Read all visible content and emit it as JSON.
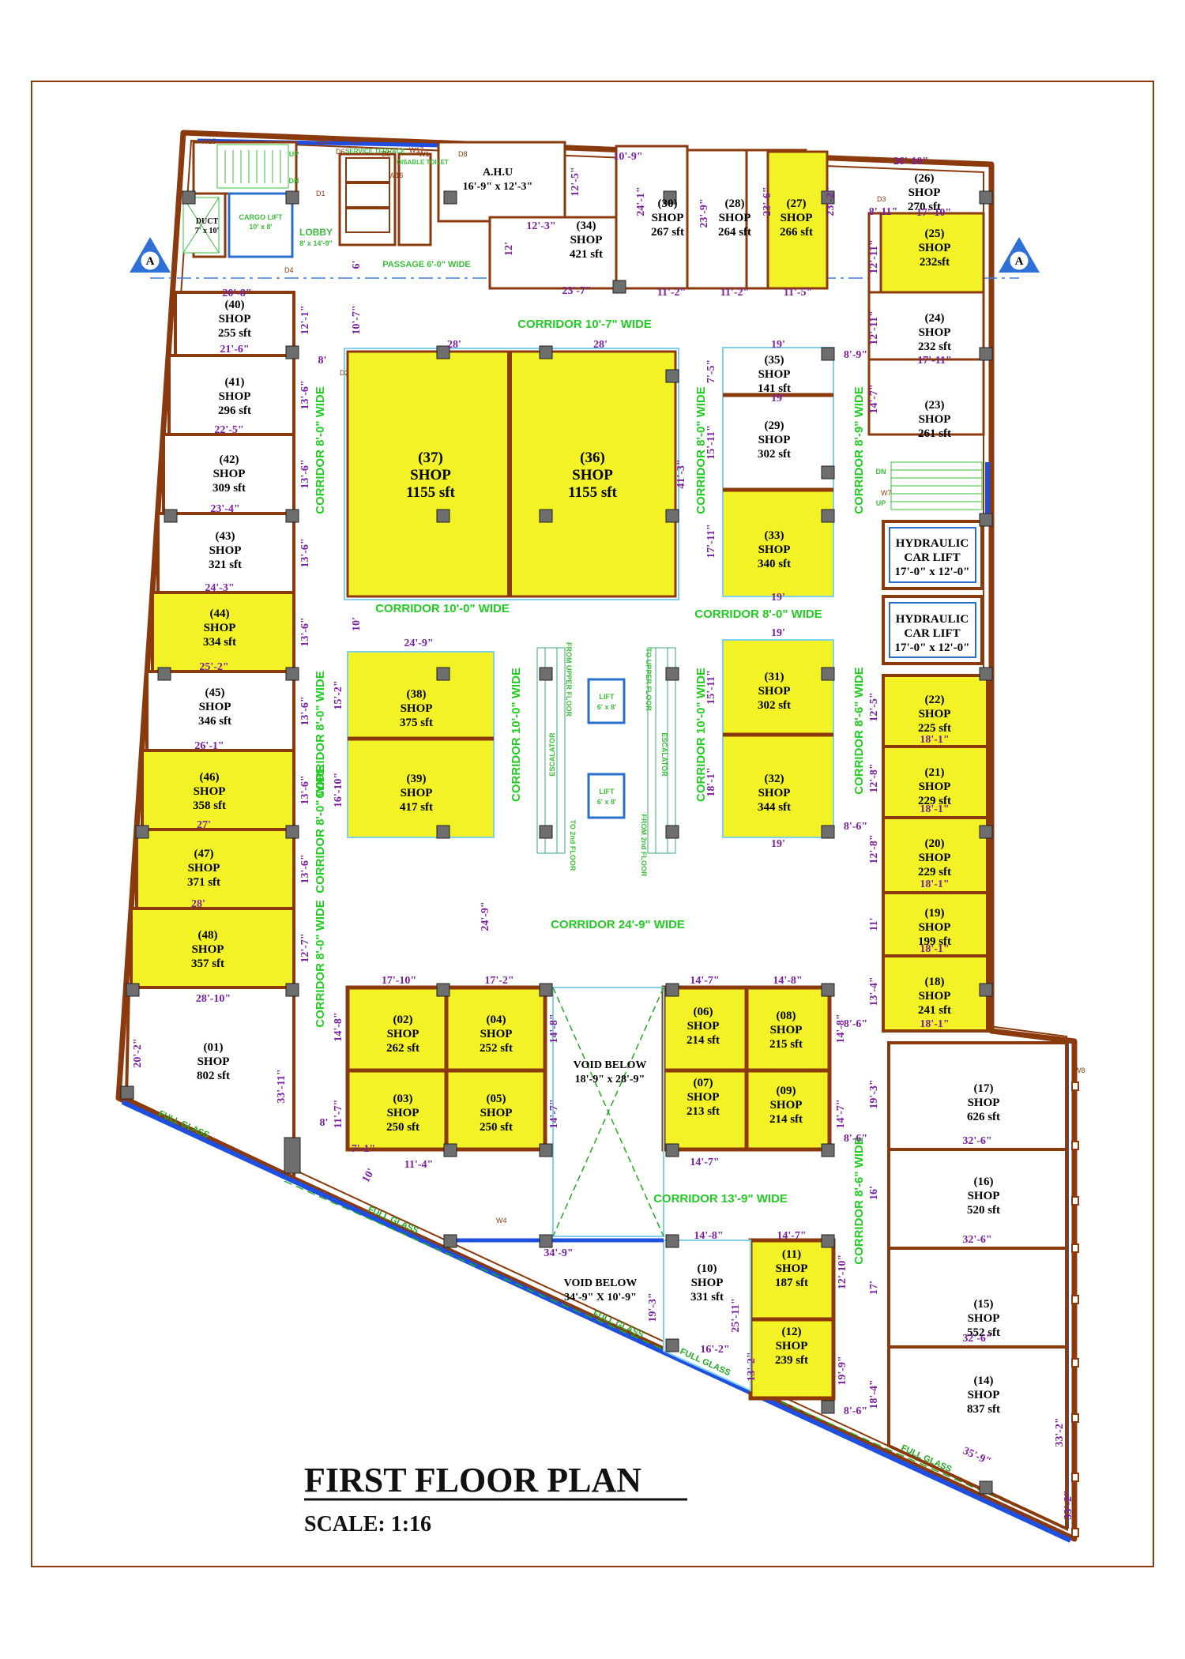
{
  "title": "FIRST FLOOR PLAN",
  "scale": "SCALE: 1:16",
  "colors": {
    "shop_fill": "#f2f226",
    "wall": "#8b3a0e",
    "corridor_text": "#22cc22",
    "dimension_text": "#7a1fa0",
    "glass": "#1e4fe0",
    "column": "#6e6e6e"
  },
  "corridors": [
    "CORRIDOR 10'-7\" WIDE",
    "CORRIDOR 10'-0\" WIDE",
    "CORRIDOR 8'-0\" WIDE",
    "CORRIDOR 24'-9\" WIDE",
    "CORRIDOR 13'-9\" WIDE",
    "CORRIDOR 8'-0\" WIDE",
    "CORRIDOR 8'-0\" WIDE",
    "CORRIDOR 8'-0\" WIDE",
    "CORRIDOR 8'-0\" WIDE",
    "CORRIDOR 10'-0\" WIDE",
    "CORRIDOR 10'-0\" WIDE",
    "CORRIDOR 8'-9\" WIDE",
    "CORRIDOR 8'-6\" WIDE",
    "CORRIDOR 8'-6\" WIDE",
    "CORRIDOR 8'-0\" WIDE"
  ],
  "shops": [
    {
      "num": "(01)",
      "label": "SHOP",
      "area": "802 sft"
    },
    {
      "num": "(02)",
      "label": "SHOP",
      "area": "262 sft"
    },
    {
      "num": "(03)",
      "label": "SHOP",
      "area": "250 sft"
    },
    {
      "num": "(04)",
      "label": "SHOP",
      "area": "252 sft"
    },
    {
      "num": "(05)",
      "label": "SHOP",
      "area": "250 sft"
    },
    {
      "num": "(06)",
      "label": "SHOP",
      "area": "214 sft"
    },
    {
      "num": "(07)",
      "label": "SHOP",
      "area": "213 sft"
    },
    {
      "num": "(08)",
      "label": "SHOP",
      "area": "215 sft"
    },
    {
      "num": "(09)",
      "label": "SHOP",
      "area": "214 sft"
    },
    {
      "num": "(10)",
      "label": "SHOP",
      "area": "331 sft"
    },
    {
      "num": "(11)",
      "label": "SHOP",
      "area": "187 sft"
    },
    {
      "num": "(12)",
      "label": "SHOP",
      "area": "239 sft"
    },
    {
      "num": "(14)",
      "label": "SHOP",
      "area": "837 sft"
    },
    {
      "num": "(15)",
      "label": "SHOP",
      "area": "552 sft"
    },
    {
      "num": "(16)",
      "label": "SHOP",
      "area": "520 sft"
    },
    {
      "num": "(17)",
      "label": "SHOP",
      "area": "626 sft"
    },
    {
      "num": "(18)",
      "label": "SHOP",
      "area": "241 sft"
    },
    {
      "num": "(19)",
      "label": "SHOP",
      "area": "199 sft"
    },
    {
      "num": "(20)",
      "label": "SHOP",
      "area": "229 sft"
    },
    {
      "num": "(21)",
      "label": "SHOP",
      "area": "229 sft"
    },
    {
      "num": "(22)",
      "label": "SHOP",
      "area": "225 sft"
    },
    {
      "num": "(23)",
      "label": "SHOP",
      "area": "261 sft"
    },
    {
      "num": "(24)",
      "label": "SHOP",
      "area": "232 sft"
    },
    {
      "num": "(25)",
      "label": "SHOP",
      "area": "232sft"
    },
    {
      "num": "(26)",
      "label": "SHOP",
      "area": "270 sft"
    },
    {
      "num": "(27)",
      "label": "SHOP",
      "area": "266 sft"
    },
    {
      "num": "(28)",
      "label": "SHOP",
      "area": "264 sft"
    },
    {
      "num": "(29)",
      "label": "SHOP",
      "area": "302 sft"
    },
    {
      "num": "(30)",
      "label": "SHOP",
      "area": "267 sft"
    },
    {
      "num": "(31)",
      "label": "SHOP",
      "area": "302 sft"
    },
    {
      "num": "(32)",
      "label": "SHOP",
      "area": "344 sft"
    },
    {
      "num": "(33)",
      "label": "SHOP",
      "area": "340 sft"
    },
    {
      "num": "(34)",
      "label": "SHOP",
      "area": "421 sft"
    },
    {
      "num": "(35)",
      "label": "SHOP",
      "area": "141 sft"
    },
    {
      "num": "(36)",
      "label": "SHOP",
      "area": "1155 sft"
    },
    {
      "num": "(37)",
      "label": "SHOP",
      "area": "1155 sft"
    },
    {
      "num": "(38)",
      "label": "SHOP",
      "area": "375 sft"
    },
    {
      "num": "(39)",
      "label": "SHOP",
      "area": "417 sft"
    },
    {
      "num": "(40)",
      "label": "SHOP",
      "area": "255 sft"
    },
    {
      "num": "(41)",
      "label": "SHOP",
      "area": "296 sft"
    },
    {
      "num": "(42)",
      "label": "SHOP",
      "area": "309 sft"
    },
    {
      "num": "(43)",
      "label": "SHOP",
      "area": "321 sft"
    },
    {
      "num": "(44)",
      "label": "SHOP",
      "area": "334 sft"
    },
    {
      "num": "(45)",
      "label": "SHOP",
      "area": "346 sft"
    },
    {
      "num": "(46)",
      "label": "SHOP",
      "area": "358 sft"
    },
    {
      "num": "(47)",
      "label": "SHOP",
      "area": "371 sft"
    },
    {
      "num": "(48)",
      "label": "SHOP",
      "area": "357 sft"
    }
  ],
  "services": {
    "ahu_title": "A.H.U",
    "ahu_size": "16'-9\" x 12'-3\"",
    "lift_label": "LIFT",
    "lift_size": "6' x 8'",
    "cargo_lift": "CARGO LIFT",
    "cargo_lift_size": "10' x 8'",
    "duct": "DUCT",
    "duct_size": "7' x 10'",
    "lobby": "LOBBY",
    "lobby_size": "8' x 14'-9\"",
    "passage": "PASSAGE 6'-0\" WIDE",
    "car_lift_1": "HYDRAULIC",
    "car_lift_2": "CAR LIFT",
    "car_lift_size": "17'-0\" x 12'-0\"",
    "void_1": "VOID BELOW",
    "void_1_size": "18'-9\" x 28'-9\"",
    "void_2": "VOID BELOW",
    "void_2_size": "34'-9\" X 10'-9\"",
    "full_glass": "FULL GLASS",
    "service_terrace": "SERVICE TERRACE",
    "disable_toilet": "DISABLE TOILET",
    "escalator_1": "ESCALATOR",
    "escalator_2": "ESCALATOR",
    "from_upper": "FROM UPPER FLOOR",
    "to_upper": "TO UPPER FLOOR",
    "to_2nd": "TO 2nd FLOOR",
    "from_2nd": "FROM 2nd FLOOR",
    "up": "UP",
    "dn": "DN",
    "up2": "UP",
    "dn2": "DN",
    "section_mark": "A"
  },
  "dimensions": [
    "10'-9\"",
    "26'-10\"",
    "17'-10\"",
    "8'-11\"",
    "12'-3\"",
    "23'-7\"",
    "11'-2\"",
    "11'-2\"",
    "11'-5\"",
    "20'-8\"",
    "21'-6\"",
    "22'-5\"",
    "23'-4\"",
    "24'-3\"",
    "25'-2\"",
    "26'-1\"",
    "27'",
    "28'",
    "28'-10\"",
    "28'",
    "28'",
    "19'",
    "19'",
    "19'",
    "19'",
    "19'",
    "24'-9\"",
    "17'-10\"",
    "17'-2\"",
    "14'-7\"",
    "14'-8\"",
    "14'-7\"",
    "11'-4\"",
    "14'-8\"",
    "14'-7\"",
    "34'-9\"",
    "32'-6\"",
    "32'-6\"",
    "32'-6\"",
    "35'-9\"",
    "18'-1\"",
    "18'-1\"",
    "18'-1\"",
    "18'-1\"",
    "18'-1\"",
    "17'-11\"",
    "33'-2\"",
    "16'-2\"",
    "20'-2\"",
    "12'-1\"",
    "13'-6\"",
    "13'-6\"",
    "13'-6\"",
    "13'-6\"",
    "13'-6\"",
    "13'-6\"",
    "13'-6\"",
    "12'-7\"",
    "33'-11\"",
    "10'-7\"",
    "10'",
    "24'-9\"",
    "41'-3\"",
    "15'-2\"",
    "16'-10\"",
    "14'-8\"",
    "11'-7\"",
    "7'-5\"",
    "15'-11\"",
    "17'-11\"",
    "15'-11\"",
    "18'-1\"",
    "12'-11\"",
    "12'-11\"",
    "14'-7\"",
    "12'-5\"",
    "12'-8\"",
    "12'-8\"",
    "11'",
    "13'-4\"",
    "19'-3\"",
    "16'",
    "17'",
    "18'-4\"",
    "14'-8\"",
    "14'-7\"",
    "14'-8\"",
    "14'-7\"",
    "25'-11\"",
    "13'-2\"",
    "12'-10\"",
    "19'-9\"",
    "19'-3\"",
    "24'-1\"",
    "23'-9\"",
    "23'-6\"",
    "23'-2\"",
    "12'-5\"",
    "12'",
    "8'",
    "8'",
    "8'-9\"",
    "8'-6\"",
    "8'-6\"",
    "8'-6\"",
    "8'-6\"",
    "6'",
    "7'-1\"",
    "10'",
    "33'-2\""
  ],
  "door_tags": [
    "D1",
    "D2",
    "D3",
    "D4",
    "D5",
    "D6",
    "D7",
    "D8",
    "W1",
    "W4",
    "W7",
    "W8",
    "W11",
    "W15",
    "W16",
    "W17",
    "W18"
  ]
}
